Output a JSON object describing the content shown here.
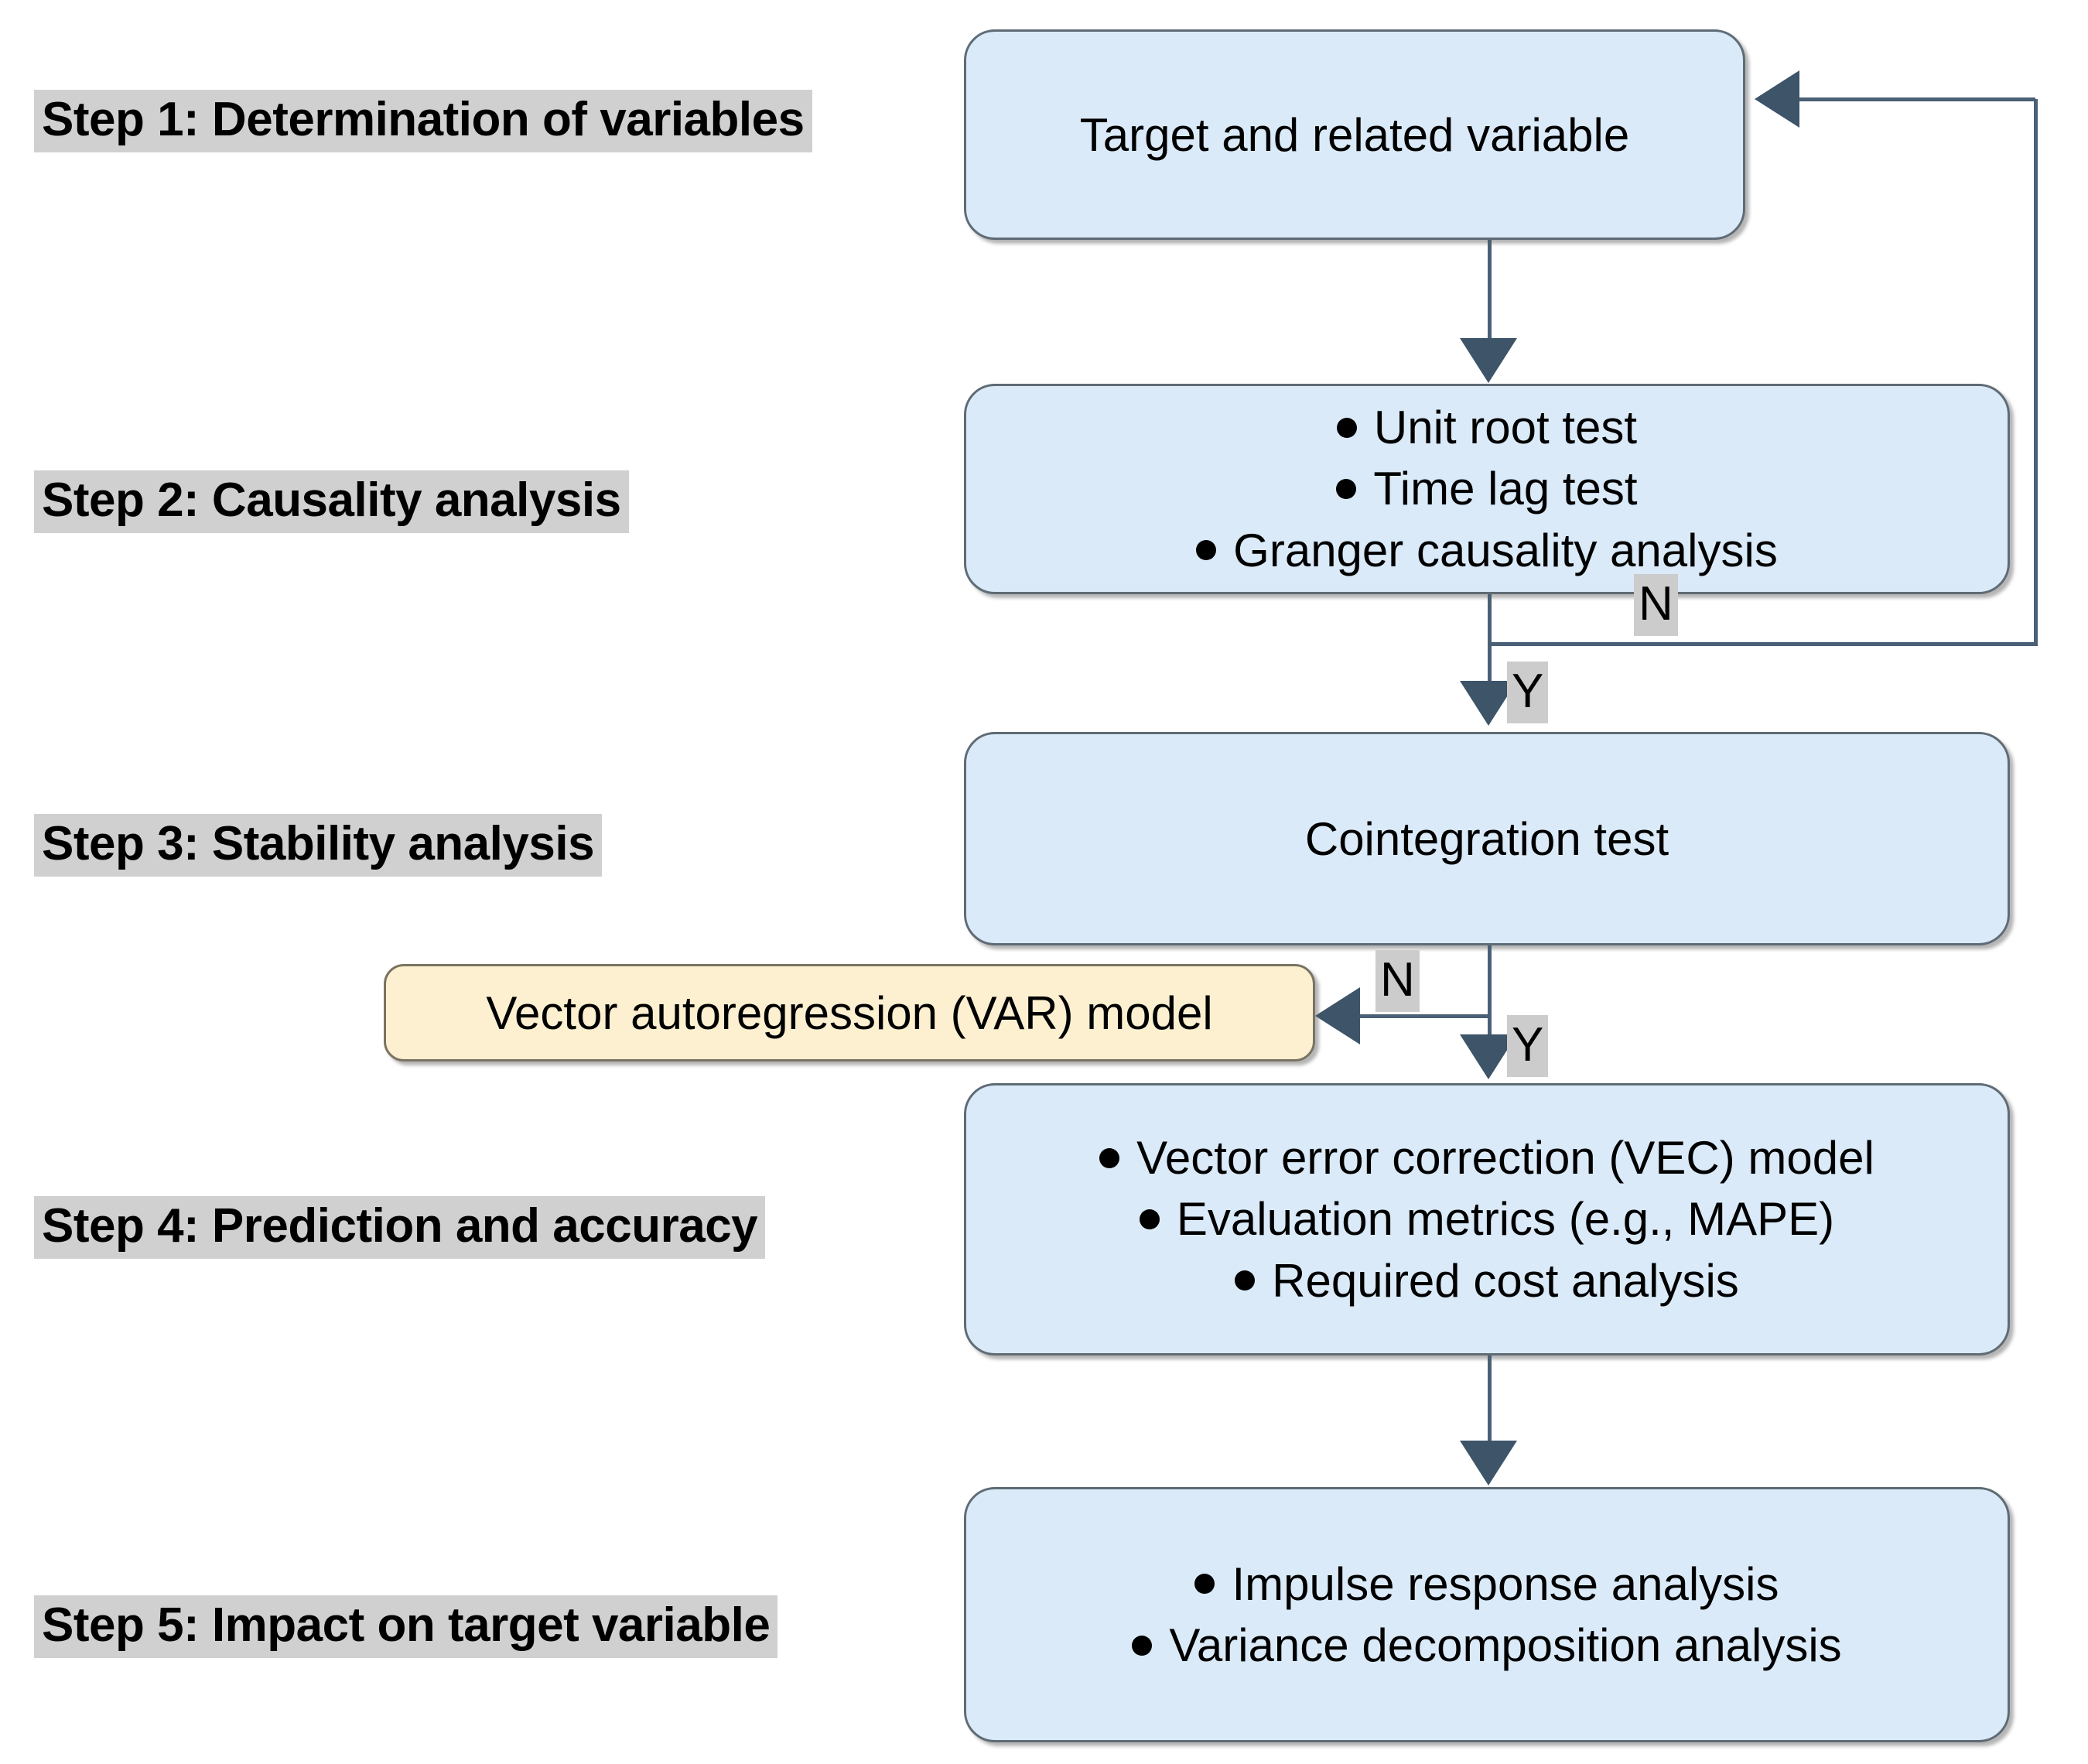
{
  "diagram": {
    "title": "Five-step time-series modelling flowchart",
    "colors": {
      "box_fill_blue": "#daeaf8",
      "box_fill_cream": "#fcf0d0",
      "box_border": "#5f6b75",
      "connector": "#4a6077",
      "arrow_head": "#3d5469",
      "step_label_bg": "#d0d0d0",
      "branch_label_bg": "#cccccc"
    }
  },
  "steps": [
    {
      "id": "step1",
      "label": "Step 1: Determination of variables"
    },
    {
      "id": "step2",
      "label": "Step 2: Causality analysis"
    },
    {
      "id": "step3",
      "label": "Step 3: Stability analysis"
    },
    {
      "id": "step4",
      "label": "Step 4: Prediction and accuracy"
    },
    {
      "id": "step5",
      "label": "Step 5: Impact on target variable"
    }
  ],
  "nodes": {
    "node1": {
      "id": "target-and-related-variable",
      "text": "Target and related variable"
    },
    "node2": {
      "id": "causality-tests",
      "items": [
        "Unit root test",
        "Time lag test",
        "Granger causality analysis"
      ]
    },
    "node3": {
      "id": "cointegration-test",
      "text": "Cointegration test"
    },
    "node_var": {
      "id": "var-model",
      "text": "Vector autoregression (VAR) model"
    },
    "node4": {
      "id": "prediction-and-accuracy",
      "items": [
        "Vector error correction (VEC) model",
        "Evaluation metrics (e.g., MAPE)",
        "Required cost analysis"
      ]
    },
    "node5": {
      "id": "impact-on-target-variable",
      "items": [
        "Impulse response analysis",
        "Variance decomposition analysis"
      ]
    }
  },
  "branches": {
    "causality_no": "N",
    "causality_yes": "Y",
    "cointegration_no": "N",
    "cointegration_yes": "Y"
  }
}
